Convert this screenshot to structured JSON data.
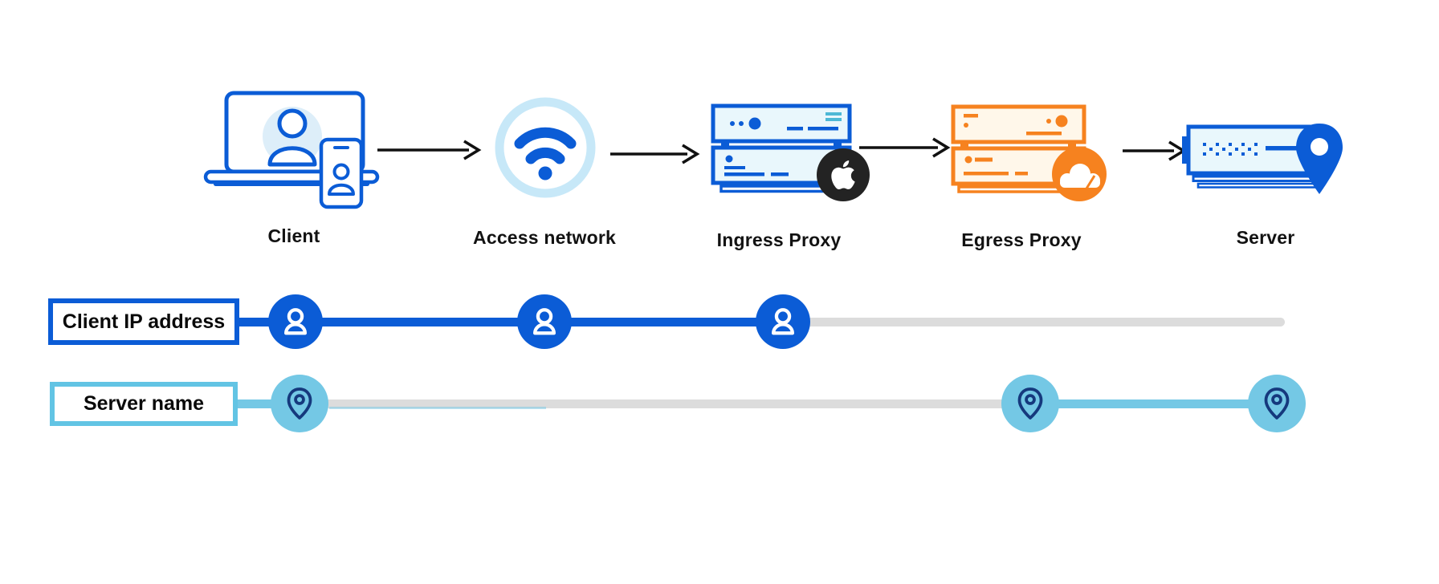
{
  "flow": {
    "arrow_color": "#111111",
    "nodes": [
      {
        "label": "Client",
        "icon": "laptop-phone-user-icon",
        "accent": "#0b5cd6"
      },
      {
        "label": "Access network",
        "icon": "wifi-icon",
        "accent": "#0b5cd6"
      },
      {
        "label": "Ingress Proxy",
        "icon": "server-stack-icon",
        "badge": "apple-logo",
        "accent": "#0b5cd6",
        "badge_color": "#232323"
      },
      {
        "label": "Egress Proxy",
        "icon": "server-stack-icon",
        "badge": "cloudflare-logo",
        "accent": "#f6821f",
        "badge_color": "#f6821f"
      },
      {
        "label": "Server",
        "icon": "server-location-pin-icon",
        "accent": "#0b5cd6"
      }
    ]
  },
  "tracks": [
    {
      "label": "Client IP address",
      "marker_icon": "user-icon",
      "line_color": "#0b5cd6",
      "marker_color": "#0b5cd6",
      "inactive_color": "#dcdcdc",
      "marker_positions": [
        "Client",
        "Access network",
        "Ingress Proxy"
      ]
    },
    {
      "label": "Server name",
      "marker_icon": "location-pin-icon",
      "line_color": "#74c8e5",
      "marker_color": "#74c8e5",
      "pin_outline_color": "#15397d",
      "inactive_color": "#dcdcdc",
      "marker_positions": [
        "Client",
        "Egress Proxy",
        "Server"
      ]
    }
  ]
}
